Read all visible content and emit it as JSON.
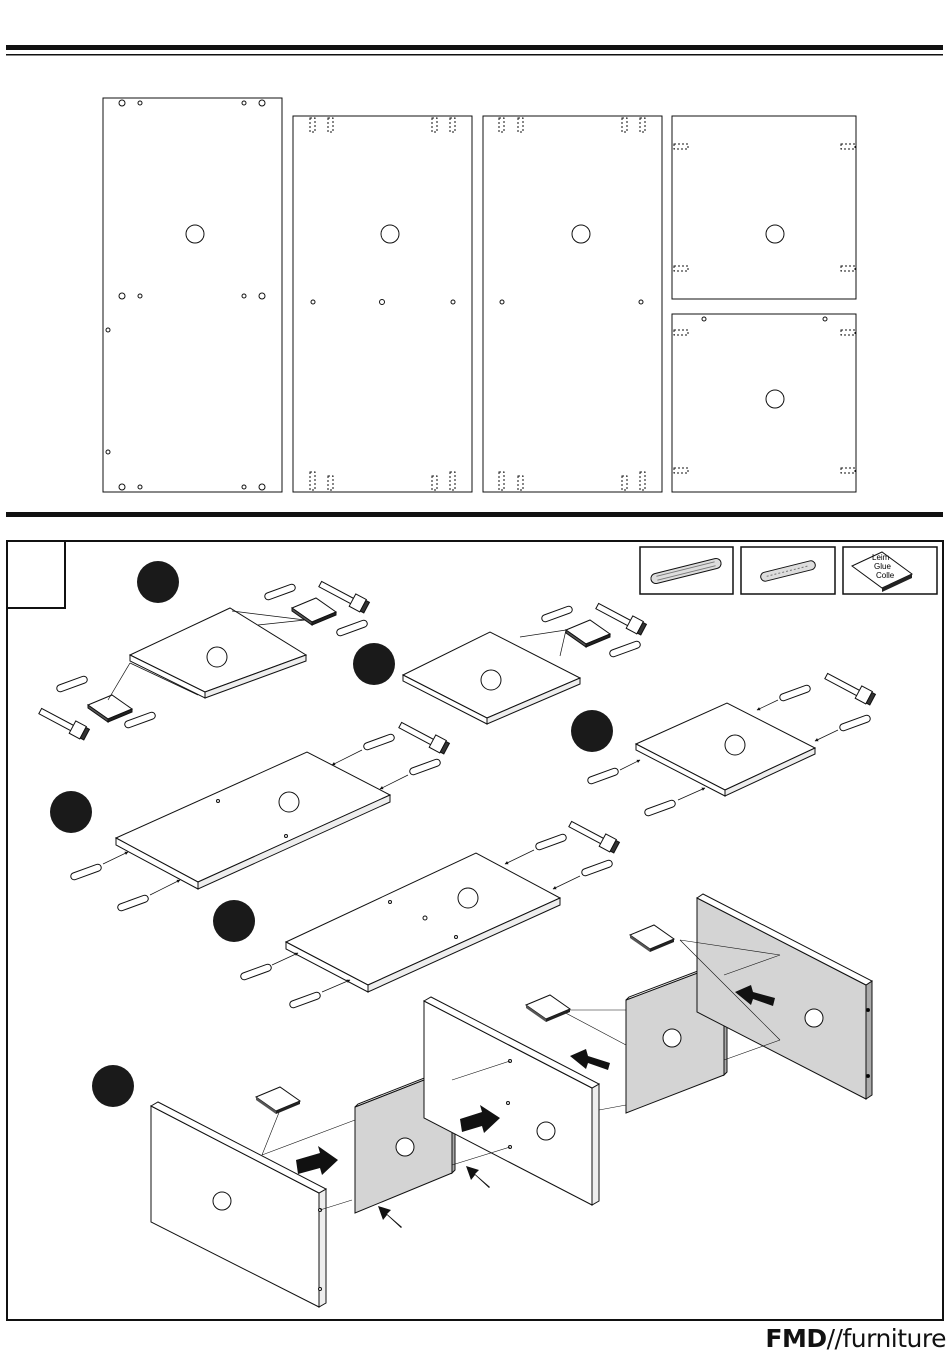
{
  "document": {
    "glue_icon_text": [
      "Leim",
      "Glue",
      "Colle"
    ],
    "hardware_boxes": [
      {
        "name": "wooden-dowel-large"
      },
      {
        "name": "wooden-dowel-small"
      },
      {
        "name": "glue-bottle"
      }
    ],
    "brand": {
      "bold": "FMD",
      "separator": "//",
      "rest": "furniture"
    },
    "colors": {
      "ink": "#111111",
      "panel_grey": "#d4d4d4",
      "step_dot": "#1a1a1a"
    }
  }
}
